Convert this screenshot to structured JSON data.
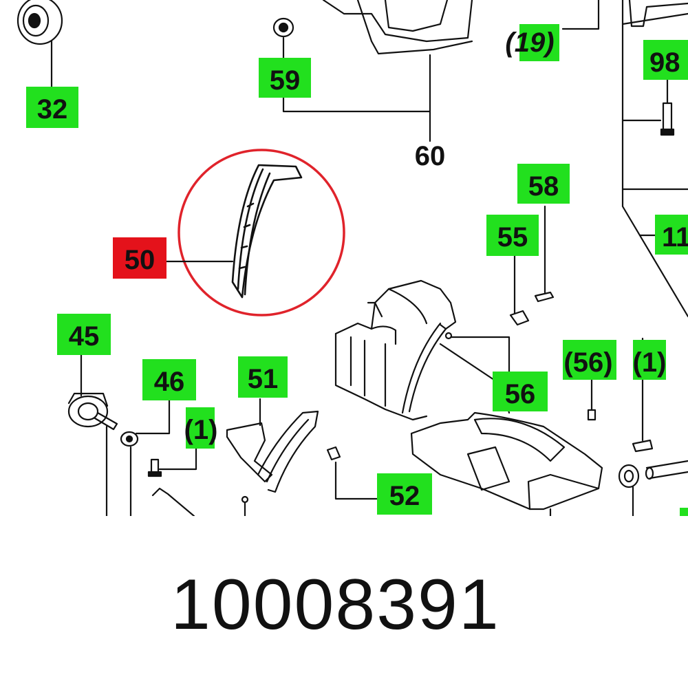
{
  "diagram": {
    "callouts": {
      "c32": "32",
      "c59": "59",
      "c60": "60",
      "c19": "(19)",
      "c98": "98",
      "c11": "11",
      "c58": "58",
      "c55": "55",
      "c50": "50",
      "c45": "45",
      "c46": "46",
      "c1a": "(1)",
      "c51": "51",
      "c56": "56",
      "c56b": "(56)",
      "c1b": "(1)",
      "c52": "52"
    },
    "colors": {
      "label_bg": "#22e01e",
      "selected_bg": "#e4121b",
      "highlight_ring": "#e0232b",
      "ink": "#111111"
    }
  },
  "part_number": "10008391"
}
